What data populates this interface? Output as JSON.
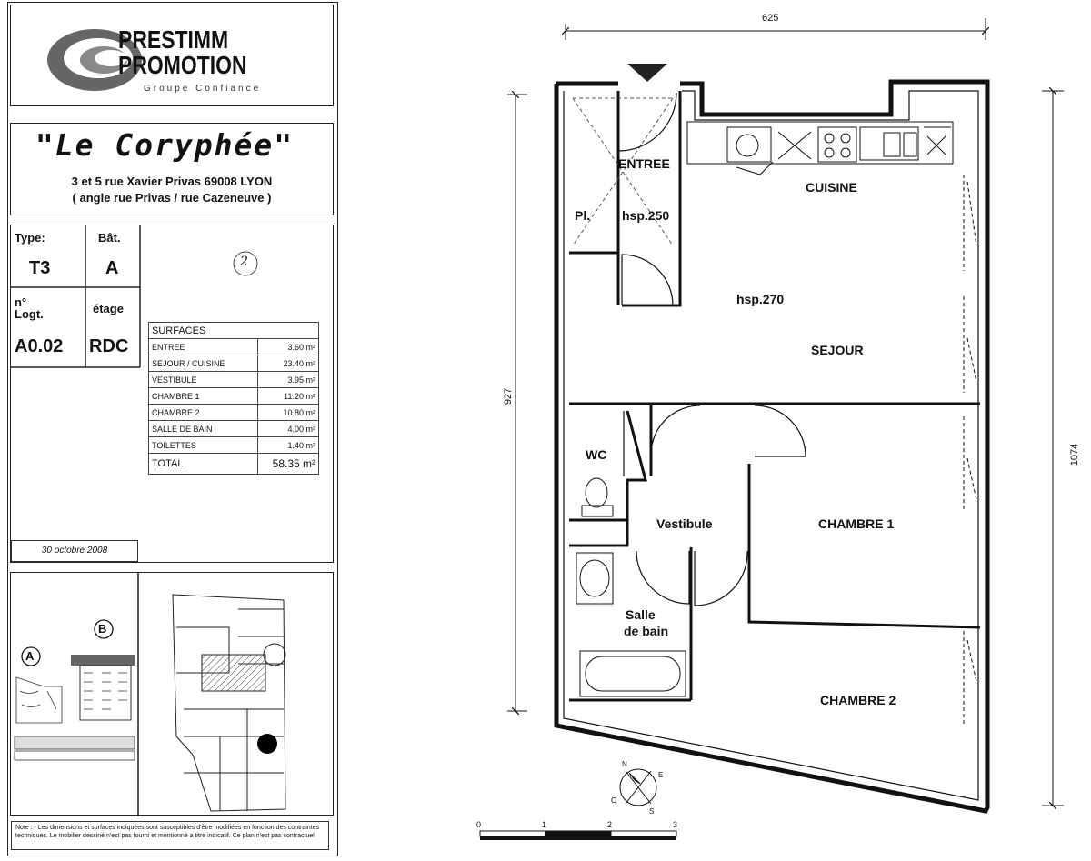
{
  "brand": {
    "line1": "PRESTIMM",
    "line2": "PROMOTION",
    "tagline": "Groupe Confiance"
  },
  "project": {
    "name": "\"Le Coryphée\"",
    "address1": "3 et 5 rue Xavier Privas 69008 LYON",
    "address2": "( angle rue Privas / rue Cazeneuve )"
  },
  "lot": {
    "type_label": "Type:",
    "type_value": "T3",
    "bat_label": "Bât.",
    "bat_value": "A",
    "logt_label": "n° Logt.",
    "logt_value": "A0.02",
    "etage_label": "étage",
    "etage_value": "RDC",
    "circled_number": "2"
  },
  "surfaces": {
    "header": "SURFACES",
    "rows": [
      {
        "name": "ENTREE",
        "value": "3.60 m²"
      },
      {
        "name": "SEJOUR / CUISINE",
        "value": "23.40 m²"
      },
      {
        "name": "VESTIBULE",
        "value": "3.95 m²"
      },
      {
        "name": "CHAMBRE 1",
        "value": "11.20 m²"
      },
      {
        "name": "CHAMBRE 2",
        "value": "10.80 m²"
      },
      {
        "name": "SALLE DE BAIN",
        "value": "4.00 m²"
      },
      {
        "name": "TOILETTES",
        "value": "1.40 m²"
      }
    ],
    "total_label": "TOTAL",
    "total_value": "58.35 m²"
  },
  "date": "30 octobre 2008",
  "site_plan": {
    "label_a": "A",
    "label_b": "B"
  },
  "note": "Note : - Les dimensions et surfaces indiquées sont susceptibles d'être modifiées en fonction des contraintes techniques. Le mobilier dessiné n'est pas fourni et mentionné a titre indicatif. Ce plan n'est pas contractuel",
  "plan": {
    "rooms": {
      "entree": "ENTREE",
      "pl": "Pl.",
      "hsp250": "hsp.250",
      "cuisine": "CUISINE",
      "hsp270": "hsp.270",
      "sejour": "SEJOUR",
      "wc": "WC",
      "vestibule": "Vestibule",
      "chambre1": "CHAMBRE 1",
      "salle1": "Salle",
      "salle2": "de bain",
      "chambre2": "CHAMBRE 2"
    },
    "dims": {
      "top": "625",
      "left": "927",
      "right": "1074"
    },
    "scale": [
      "0",
      "1",
      "2",
      "3"
    ],
    "compass": {
      "n": "N",
      "e": "E",
      "s": "S",
      "o": "O"
    }
  }
}
